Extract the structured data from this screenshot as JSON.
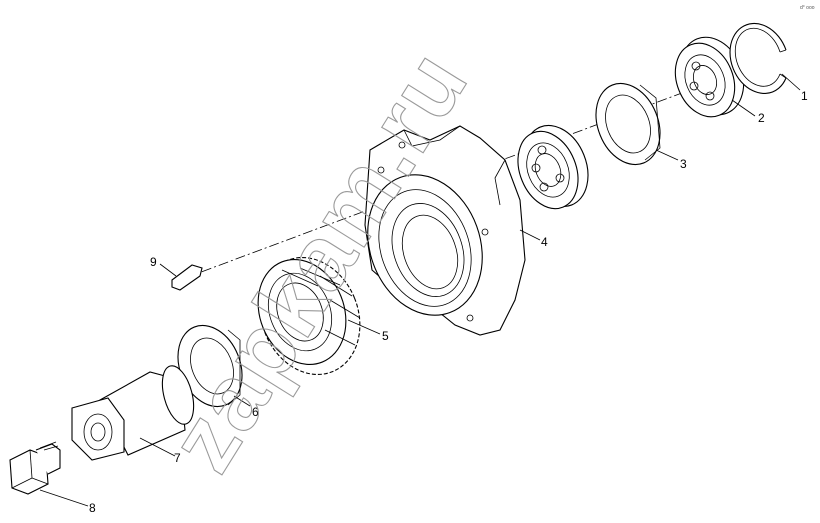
{
  "callouts": [
    {
      "id": "1",
      "label": "1"
    },
    {
      "id": "2",
      "label": "2"
    },
    {
      "id": "3",
      "label": "3"
    },
    {
      "id": "4",
      "label": "4"
    },
    {
      "id": "5",
      "label": "5"
    },
    {
      "id": "6",
      "label": "6"
    },
    {
      "id": "7",
      "label": "7"
    },
    {
      "id": "8",
      "label": "8"
    },
    {
      "id": "9",
      "label": "9"
    }
  ],
  "watermark": "zapkam.ru",
  "corner_code": "d° ooo"
}
